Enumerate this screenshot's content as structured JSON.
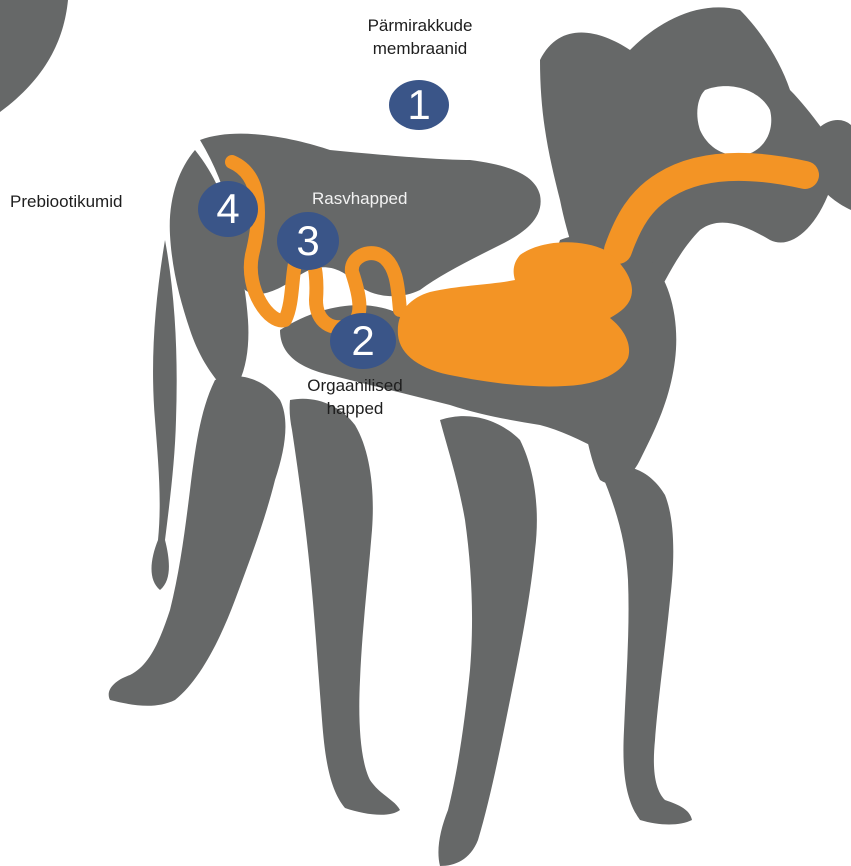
{
  "labels": {
    "yeast_membranes_line1": "Pärmirakkude",
    "yeast_membranes_line2": "membraanid",
    "prebiotics": "Prebiootikumid",
    "fatty_acids": "Rasvhapped",
    "organic_acids_line1": "Orgaanilised",
    "organic_acids_line2": "happed"
  },
  "markers": {
    "m1": "1",
    "m2": "2",
    "m3": "3",
    "m4": "4"
  },
  "colors": {
    "calf_body": "#666868",
    "digestive_tract": "#f39425",
    "marker_fill": "#3a5588",
    "background": "#ffffff"
  }
}
